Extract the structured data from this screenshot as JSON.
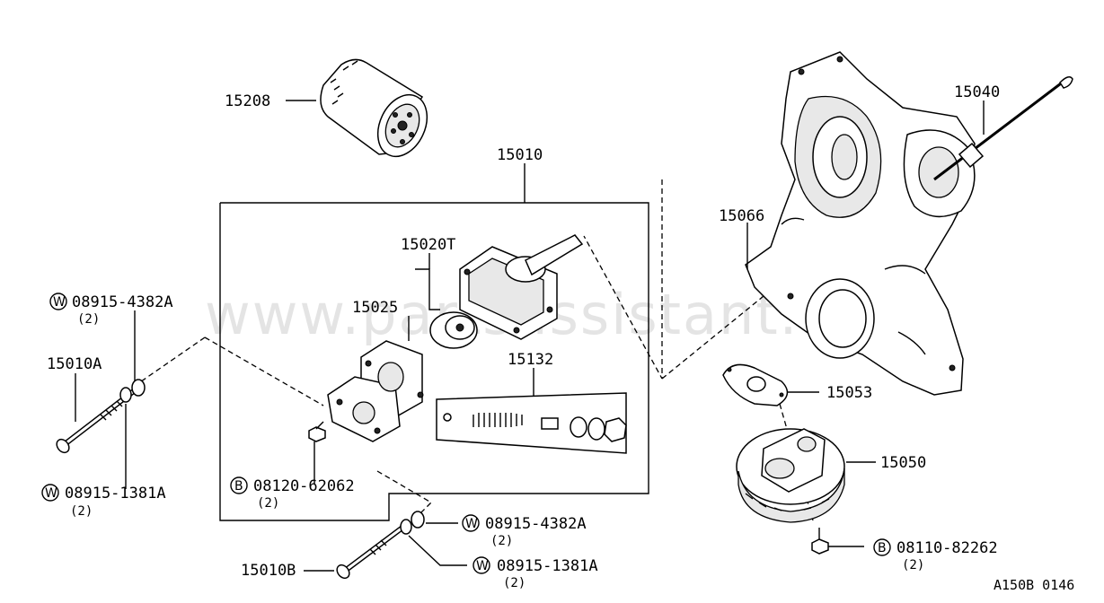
{
  "watermark": "www.partsassistant.com",
  "drawing_code": "A150B 0146",
  "labels": {
    "p15208": "15208",
    "p15010": "15010",
    "p15020T": "15020T",
    "p15025": "15025",
    "p15132": "15132",
    "p15040": "15040",
    "p15066": "15066",
    "p15053": "15053",
    "p15050": "15050",
    "p15010A": "15010A",
    "p15010B": "15010B"
  },
  "callouts": {
    "w1": {
      "symbol": "W",
      "code": "08915-4382A",
      "qty": "(2)"
    },
    "w2": {
      "symbol": "W",
      "code": "08915-1381A",
      "qty": "(2)"
    },
    "b1": {
      "symbol": "B",
      "code": "08120-62062",
      "qty": "(2)"
    },
    "w3": {
      "symbol": "W",
      "code": "08915-4382A",
      "qty": "(2)"
    },
    "w4": {
      "symbol": "W",
      "code": "08915-1381A",
      "qty": "(2)"
    },
    "b2": {
      "symbol": "B",
      "code": "08110-82262",
      "qty": "(2)"
    }
  }
}
